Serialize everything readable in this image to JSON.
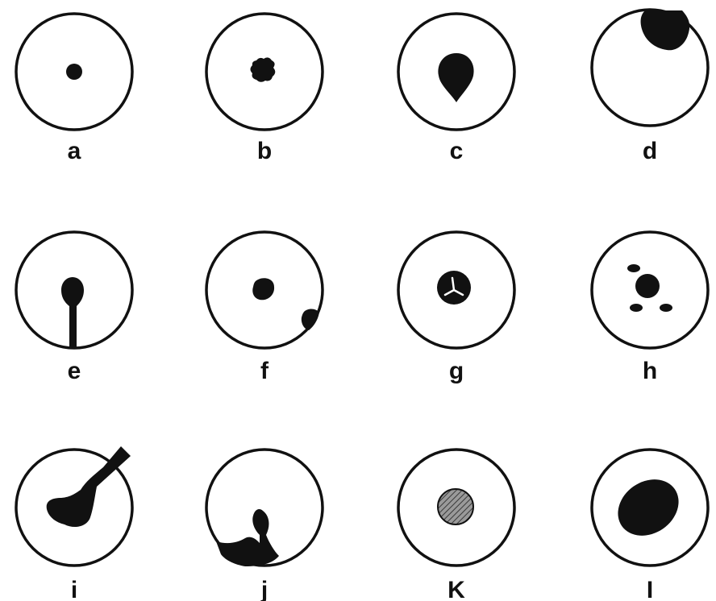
{
  "figure": {
    "panels": [
      {
        "id": "a",
        "label": "a"
      },
      {
        "id": "b",
        "label": "b"
      },
      {
        "id": "c",
        "label": "c"
      },
      {
        "id": "d",
        "label": "d"
      },
      {
        "id": "e",
        "label": "e"
      },
      {
        "id": "f",
        "label": "f"
      },
      {
        "id": "g",
        "label": "g"
      },
      {
        "id": "h",
        "label": "h"
      },
      {
        "id": "i",
        "label": "i"
      },
      {
        "id": "j",
        "label": "j"
      },
      {
        "id": "k",
        "label": "K"
      },
      {
        "id": "l",
        "label": "I"
      }
    ]
  },
  "colors": {
    "ink": "#111111",
    "background": "#ffffff",
    "hatch": "#6f6f6f"
  }
}
